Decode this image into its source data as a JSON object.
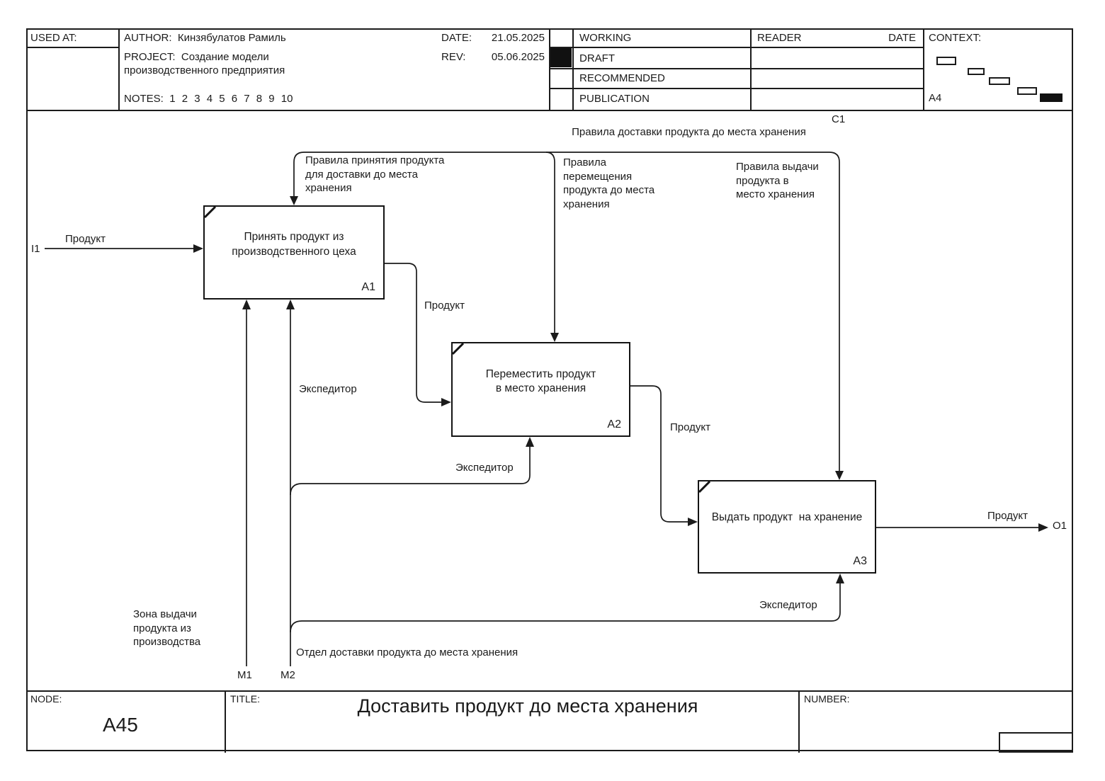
{
  "header": {
    "used_at": "USED AT:",
    "author_label": "AUTHOR:",
    "author": "Кинзябулатов Рамиль",
    "project_label": "PROJECT:",
    "project": "Создание модели\nпроизводственного предприятия",
    "notes_label": "NOTES:",
    "notes": "1 2 3 4 5 6 7 8 9 10",
    "date_label": "DATE:",
    "date": "21.05.2025",
    "rev_label": "REV:",
    "rev": "05.06.2025",
    "status_rows": [
      "WORKING",
      "DRAFT",
      "RECOMMENDED",
      "PUBLICATION"
    ],
    "marked_status": "DRAFT",
    "reader": "READER",
    "reader_date": "DATE",
    "context_label": "CONTEXT:",
    "sheet_format": "A4"
  },
  "diagram": {
    "boxes": [
      {
        "id": "A1",
        "title": "Принять продукт из\nпроизводственного цеха"
      },
      {
        "id": "A2",
        "title": "Переместить продукт\nв место хранения"
      },
      {
        "id": "A3",
        "title": "Выдать продукт  на хранение"
      }
    ],
    "labels": {
      "i1_code": "I1",
      "i1": "Продукт",
      "c1_code": "C1",
      "c1": "Правила доставки продукта до места хранения",
      "ctrl_a1": "Правила принятия продукта\nдля доставки до места\nхранения",
      "ctrl_a2": "Правила\nперемещения\nпродукта до места\nхранения",
      "ctrl_a3": "Правила выдачи\nпродукта в\nместо хранения",
      "flow_a1_a2": "Продукт",
      "flow_a2_a3": "Продукт",
      "o1": "Продукт",
      "o1_code": "O1",
      "mech_a1": "Экспедитор",
      "mech_a2": "Экспедитор",
      "mech_a3": "Экспедитор",
      "m1_code": "M1",
      "m2_code": "M2",
      "m1": "Зона выдачи\nпродукта из\nпроизводства",
      "m2": "Отдел доставки продукта до места хранения"
    }
  },
  "footer": {
    "node_label": "NODE:",
    "node": "A45",
    "title_label": "TITLE:",
    "title": "Доставить продукт до места хранения",
    "number_label": "NUMBER:"
  }
}
